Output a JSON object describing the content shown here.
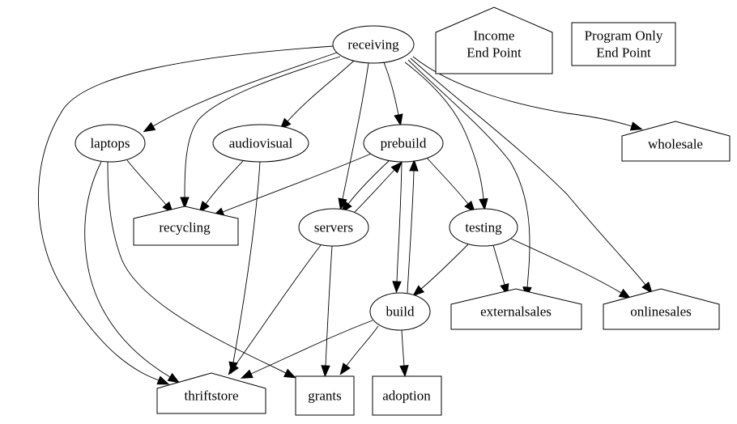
{
  "diagram": {
    "type": "directed-graph",
    "legend": {
      "income": {
        "line1": "Income",
        "line2": "End Point",
        "shape": "house"
      },
      "program": {
        "line1": "Program Only",
        "line2": "End Point",
        "shape": "box"
      }
    },
    "nodes": {
      "receiving": {
        "label": "receiving",
        "shape": "ellipse"
      },
      "laptops": {
        "label": "laptops",
        "shape": "ellipse"
      },
      "audiovisual": {
        "label": "audiovisual",
        "shape": "ellipse"
      },
      "prebuild": {
        "label": "prebuild",
        "shape": "ellipse"
      },
      "servers": {
        "label": "servers",
        "shape": "ellipse"
      },
      "testing": {
        "label": "testing",
        "shape": "ellipse"
      },
      "build": {
        "label": "build",
        "shape": "ellipse"
      },
      "recycling": {
        "label": "recycling",
        "shape": "house"
      },
      "wholesale": {
        "label": "wholesale",
        "shape": "house"
      },
      "externalsales": {
        "label": "externalsales",
        "shape": "house"
      },
      "onlinesales": {
        "label": "onlinesales",
        "shape": "house"
      },
      "thriftstore": {
        "label": "thriftstore",
        "shape": "house"
      },
      "grants": {
        "label": "grants",
        "shape": "box"
      },
      "adoption": {
        "label": "adoption",
        "shape": "box"
      }
    },
    "edges": [
      {
        "from": "receiving",
        "to": "laptops"
      },
      {
        "from": "receiving",
        "to": "audiovisual"
      },
      {
        "from": "receiving",
        "to": "prebuild"
      },
      {
        "from": "receiving",
        "to": "servers"
      },
      {
        "from": "receiving",
        "to": "recycling"
      },
      {
        "from": "receiving",
        "to": "thriftstore"
      },
      {
        "from": "receiving",
        "to": "testing"
      },
      {
        "from": "receiving",
        "to": "externalsales"
      },
      {
        "from": "receiving",
        "to": "onlinesales"
      },
      {
        "from": "receiving",
        "to": "wholesale"
      },
      {
        "from": "laptops",
        "to": "recycling"
      },
      {
        "from": "laptops",
        "to": "thriftstore"
      },
      {
        "from": "laptops",
        "to": "grants"
      },
      {
        "from": "audiovisual",
        "to": "recycling"
      },
      {
        "from": "audiovisual",
        "to": "thriftstore"
      },
      {
        "from": "prebuild",
        "to": "recycling"
      },
      {
        "from": "prebuild",
        "to": "servers"
      },
      {
        "from": "prebuild",
        "to": "testing"
      },
      {
        "from": "prebuild",
        "to": "build"
      },
      {
        "from": "servers",
        "to": "prebuild"
      },
      {
        "from": "servers",
        "to": "thriftstore"
      },
      {
        "from": "servers",
        "to": "grants"
      },
      {
        "from": "testing",
        "to": "build"
      },
      {
        "from": "testing",
        "to": "externalsales"
      },
      {
        "from": "testing",
        "to": "onlinesales"
      },
      {
        "from": "build",
        "to": "prebuild"
      },
      {
        "from": "build",
        "to": "thriftstore"
      },
      {
        "from": "build",
        "to": "grants"
      },
      {
        "from": "build",
        "to": "adoption"
      }
    ]
  }
}
